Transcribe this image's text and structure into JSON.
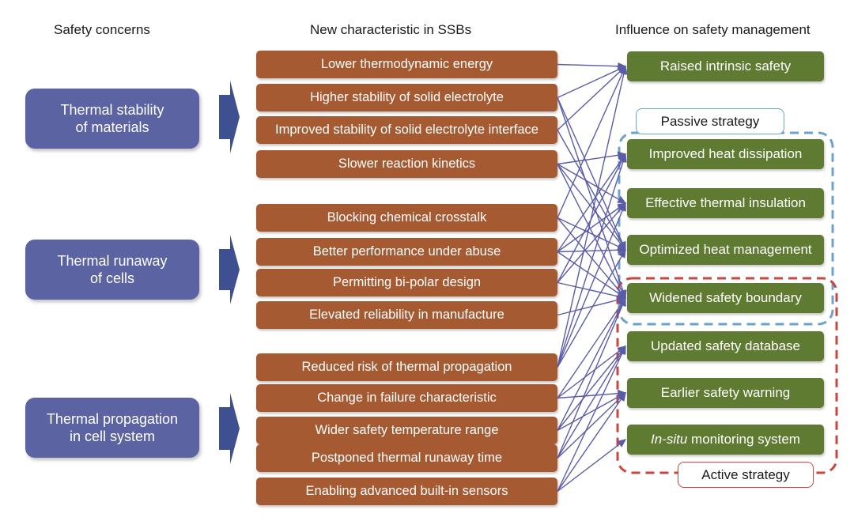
{
  "headers": {
    "safety_concerns": "Safety concerns",
    "new_characteristic": "New characteristic in SSBs",
    "influence": "Influence on safety management"
  },
  "concerns": [
    {
      "line1": "Thermal stability",
      "line2": "of materials"
    },
    {
      "line1": "Thermal runaway",
      "line2": "of cells"
    },
    {
      "line1": "Thermal propagation",
      "line2": "in cell system"
    }
  ],
  "features": [
    "Lower thermodynamic energy",
    "Higher stability of solid electrolyte",
    "Improved stability of solid electrolyte interface",
    "Slower reaction kinetics",
    "Blocking chemical crosstalk",
    "Better performance under abuse",
    "Permitting bi-polar design",
    "Elevated reliability in manufacture",
    "Reduced risk of thermal propagation",
    "Change in failure characteristic",
    "Wider safety temperature range",
    "Postponed thermal runaway time",
    "Enabling advanced built-in sensors"
  ],
  "influences": [
    {
      "text": "Raised intrinsic safety"
    },
    {
      "text": "Improved heat dissipation"
    },
    {
      "text": "Effective thermal insulation"
    },
    {
      "text": "Optimized heat management"
    },
    {
      "text": "Widened safety boundary"
    },
    {
      "text": "Updated safety database"
    },
    {
      "text": "Earlier safety warning"
    },
    {
      "italic": "In-situ",
      "text": " monitoring system"
    }
  ],
  "strategies": {
    "passive": "Passive strategy",
    "active": "Active strategy"
  },
  "colors": {
    "concern": "#5b63a3",
    "feature": "#a65a32",
    "influence": "#5f7a31",
    "arrow": "#4a5a95",
    "connector": "#5a5ca8",
    "passive_border": "#6aa3cf",
    "active_border": "#c8463c"
  },
  "connections": [
    [
      0,
      0
    ],
    [
      1,
      0
    ],
    [
      1,
      3
    ],
    [
      1,
      4
    ],
    [
      2,
      0
    ],
    [
      2,
      3
    ],
    [
      3,
      1
    ],
    [
      3,
      2
    ],
    [
      3,
      3
    ],
    [
      3,
      4
    ],
    [
      4,
      0
    ],
    [
      4,
      3
    ],
    [
      4,
      4
    ],
    [
      5,
      1
    ],
    [
      5,
      2
    ],
    [
      5,
      3
    ],
    [
      5,
      4
    ],
    [
      6,
      1
    ],
    [
      6,
      2
    ],
    [
      6,
      4
    ],
    [
      7,
      4
    ],
    [
      8,
      0
    ],
    [
      8,
      1
    ],
    [
      8,
      2
    ],
    [
      8,
      3
    ],
    [
      9,
      4
    ],
    [
      9,
      5
    ],
    [
      9,
      6
    ],
    [
      10,
      4
    ],
    [
      10,
      5
    ],
    [
      10,
      6
    ],
    [
      11,
      4
    ],
    [
      11,
      5
    ],
    [
      11,
      6
    ],
    [
      12,
      5
    ],
    [
      12,
      6
    ],
    [
      12,
      7
    ]
  ]
}
